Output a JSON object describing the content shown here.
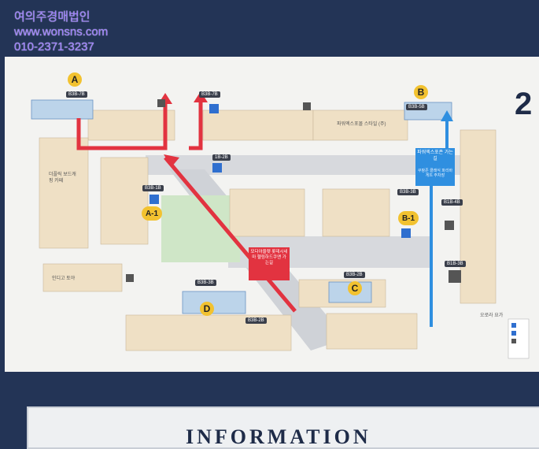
{
  "watermark": {
    "company": "여의주경매법인",
    "website": "www.wonsns.com",
    "phone": "010-2371-3237"
  },
  "floor_number": "2",
  "zones": {
    "A": {
      "badge": "A",
      "code": "B3B-7B"
    },
    "B": {
      "badge": "B",
      "code": "B3B-5B"
    },
    "A1": {
      "badge": "A-1",
      "code": "B3B-1B"
    },
    "B1": {
      "badge": "B-1",
      "code": "B3B-3B"
    },
    "C": {
      "badge": "C",
      "code": "B3B-2B"
    },
    "D": {
      "badge": "D",
      "code": "B3B-3B"
    }
  },
  "codes": {
    "top_mid": "B3B-7B",
    "ramp": "1B-2B",
    "right_top": "B1B-4B",
    "right_mid": "B1B-3B",
    "lower_left": "B3B-2B"
  },
  "notes": {
    "red_box": "모다아울렛 롯데시네마 헬링하드쿠앤 가는길",
    "blue_box": "파워엑스포존 가는길",
    "blue_sub": "쿠팡존 클래식 파리바게뜨 주차장"
  },
  "shops": {
    "left_block_title": "더플릭 보드캐핑 카페",
    "top_right": "파워엑스포몰 스타일 (주)",
    "left_bottom": "인디고 토야",
    "right_bottom": "오로라 요가"
  },
  "info": "INFORMATION",
  "colors": {
    "red": "#e23340",
    "blue": "#2f8fe0",
    "badge": "#f2c230",
    "navy": "#233456"
  }
}
